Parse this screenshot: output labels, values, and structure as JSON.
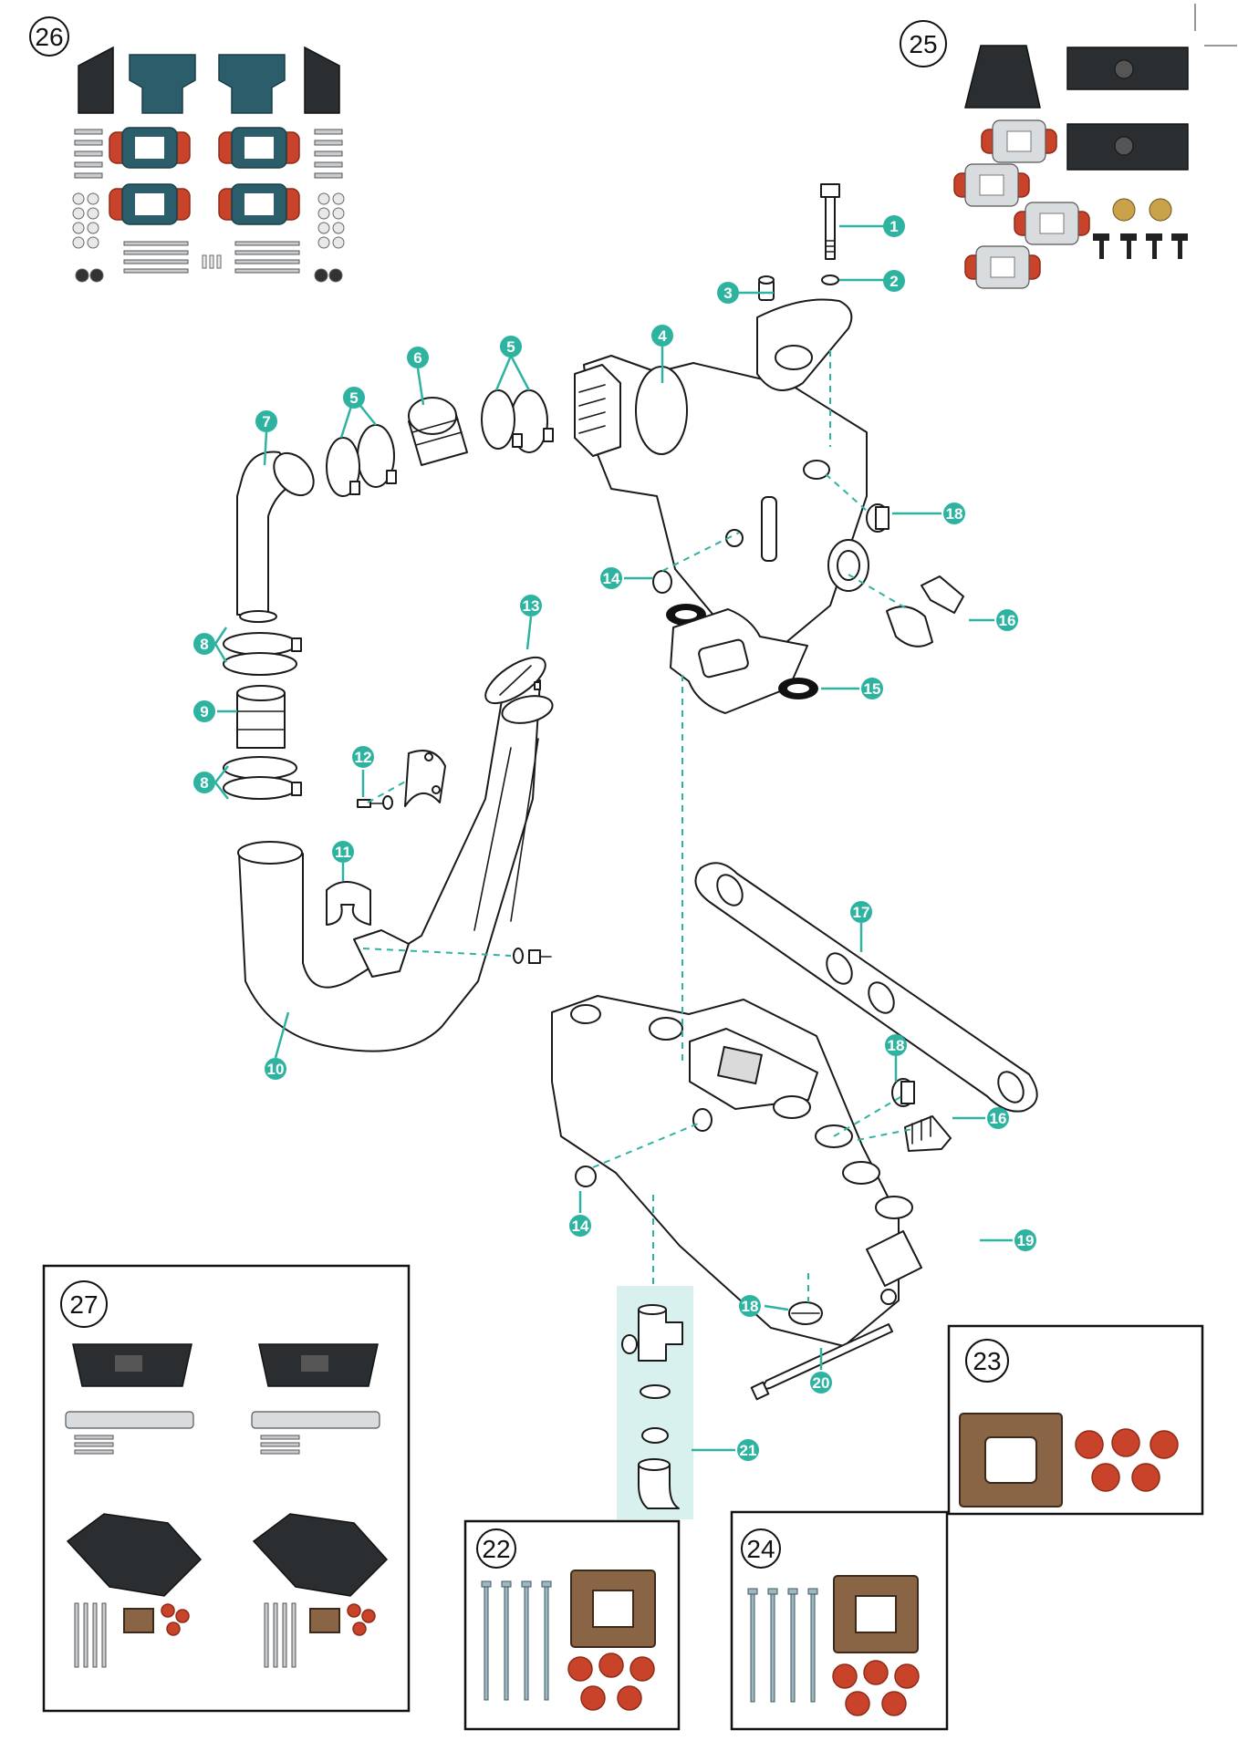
{
  "colors": {
    "callout": "#2fb3a1",
    "leader": "#2fb3a1",
    "highlight": "#d8f1ee",
    "kit_frame": "#111111"
  },
  "callouts": {
    "c1": "1",
    "c2": "2",
    "c3": "3",
    "c4": "4",
    "c5a": "5",
    "c5b": "5",
    "c6": "6",
    "c7": "7",
    "c8a": "8",
    "c8b": "8",
    "c9": "9",
    "c10": "10",
    "c11": "11",
    "c12": "12",
    "c13": "13",
    "c14a": "14",
    "c14b": "14",
    "c15": "15",
    "c16a": "16",
    "c16b": "16",
    "c17": "17",
    "c18a": "18",
    "c18b": "18",
    "c18c": "18",
    "c19": "19",
    "c20": "20",
    "c21": "21"
  },
  "kits": {
    "k22": "22",
    "k23": "23",
    "k24": "24",
    "k25": "25",
    "k26": "26",
    "k27": "27"
  },
  "icons": {
    "bolt": "bolt-icon",
    "gasket": "gasket-icon",
    "manifold": "manifold-icon",
    "elbow": "elbow-icon",
    "clamp": "hose-clamp-icon",
    "plug": "plug-icon"
  }
}
